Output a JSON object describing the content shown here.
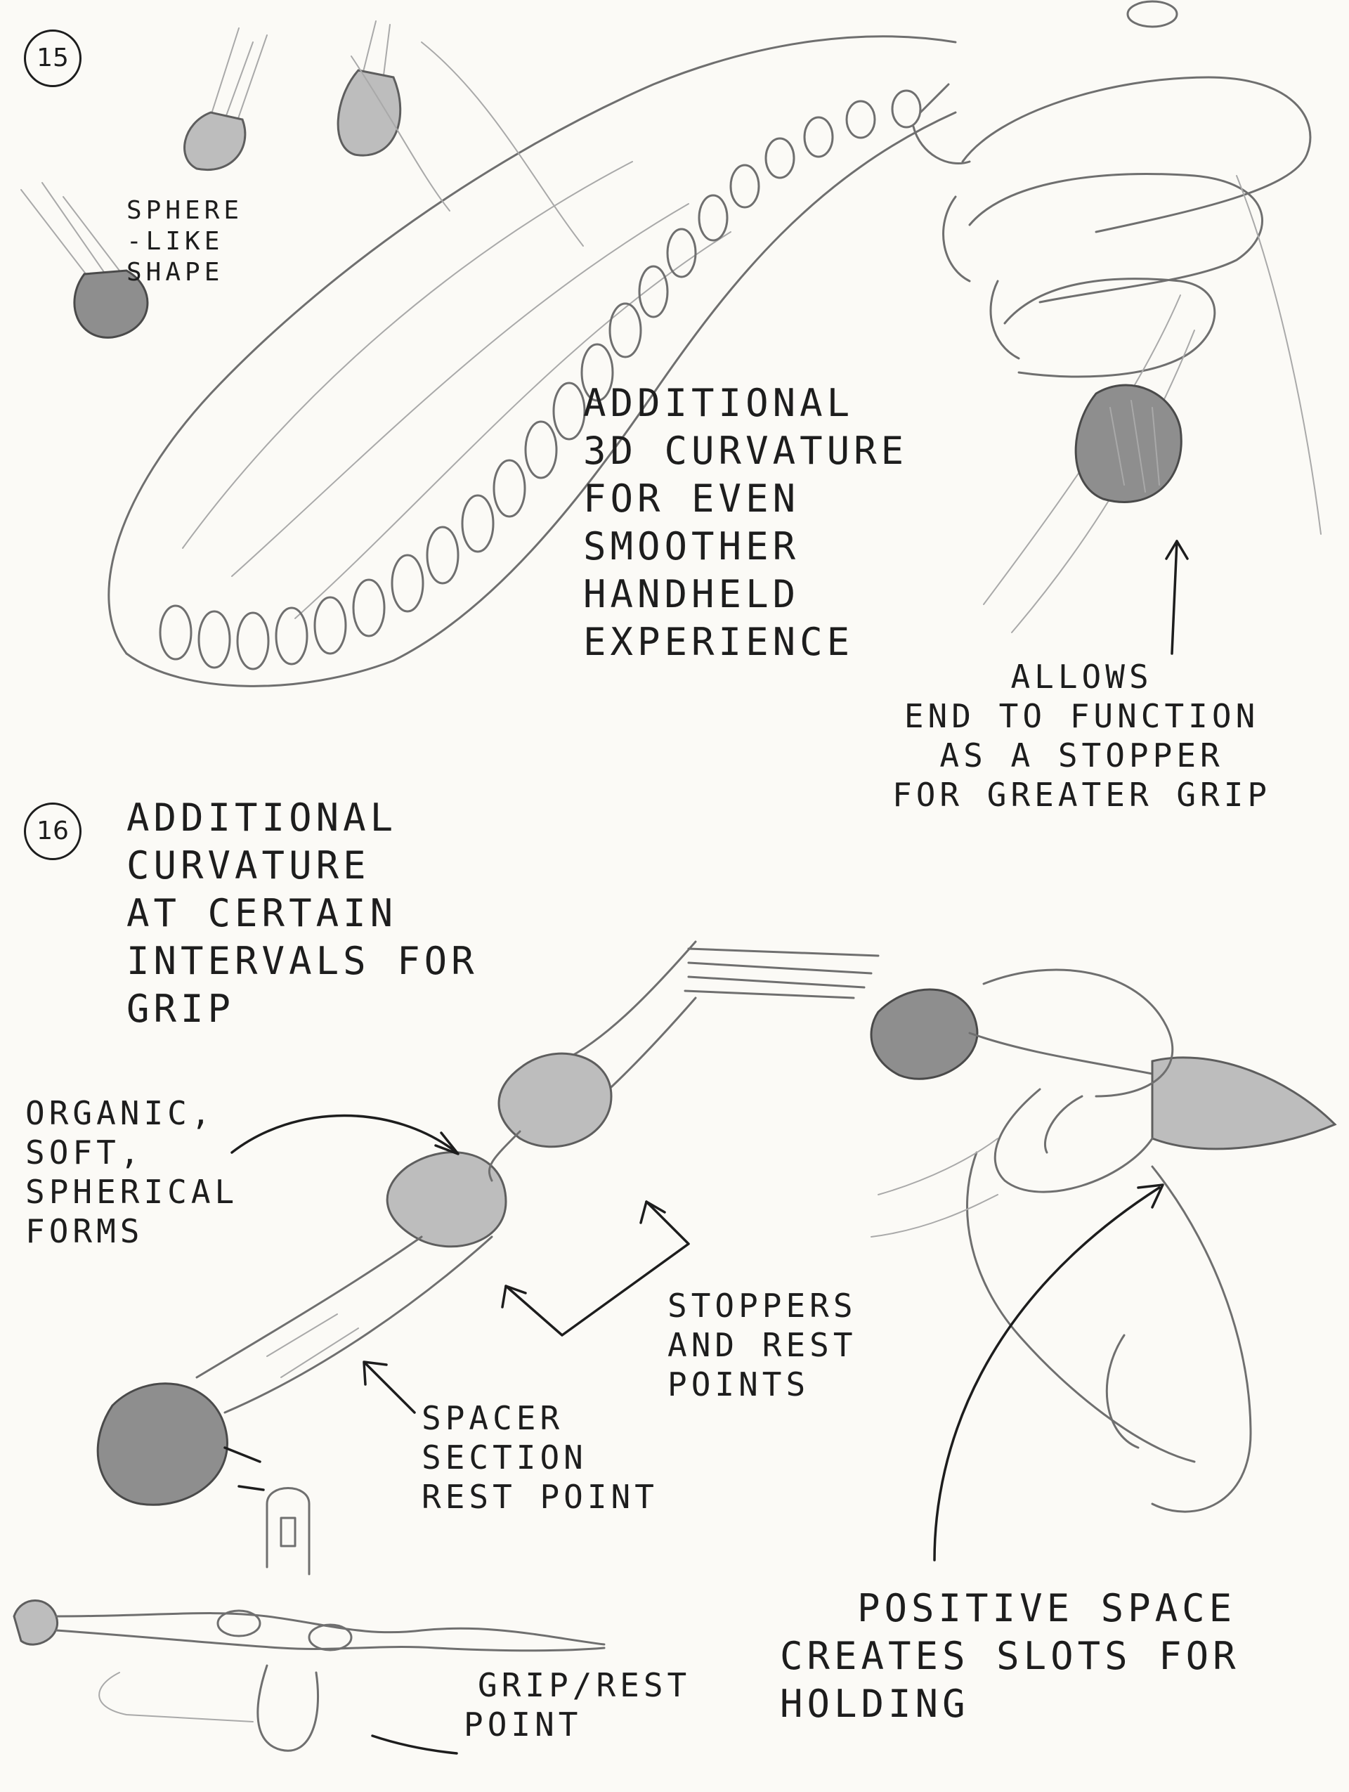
{
  "sketch_15": {
    "number": "15",
    "note_sphere": [
      "SPHERE",
      "-LIKE",
      "SHAPE"
    ],
    "note_curvature": [
      "ADDITIONAL",
      "3D CURVATURE",
      "FOR EVEN",
      "SMOOTHER",
      "HANDHELD",
      "EXPERIENCE"
    ],
    "note_stopper": [
      "ALLOWS",
      "END TO FUNCTION",
      "AS A STOPPER",
      "FOR GREATER GRIP"
    ]
  },
  "sketch_16": {
    "number": "16",
    "note_intervals": [
      "ADDITIONAL",
      "CURVATURE",
      "AT CERTAIN",
      "INTERVALS FOR",
      "GRIP"
    ],
    "note_organic": [
      "ORGANIC,",
      "SOFT,",
      "SPHERICAL",
      "FORMS"
    ],
    "note_stoppers": [
      "STOPPERS",
      "AND REST",
      "POINTS"
    ],
    "note_spacer": [
      "SPACER",
      "SECTION",
      "REST POINT"
    ],
    "note_grip_rest": [
      "GRIP/REST",
      "POINT"
    ],
    "note_positive_space": [
      "POSITIVE SPACE",
      "CREATES SLOTS FOR",
      "HOLDING"
    ]
  }
}
